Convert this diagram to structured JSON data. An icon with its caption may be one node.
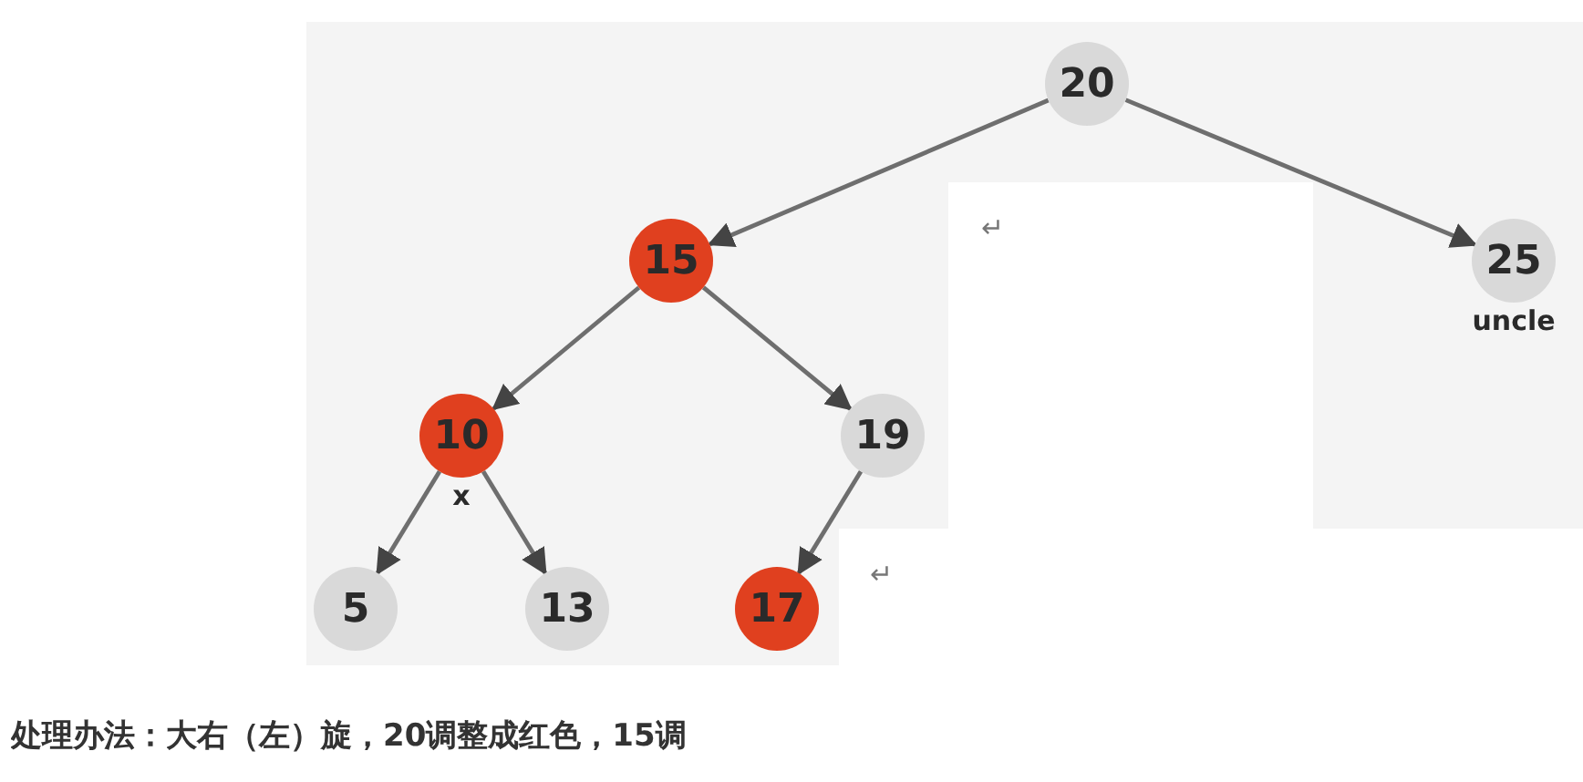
{
  "diagram": {
    "caption": "处理办法：大右（左）旋，20调整成红色，15调",
    "nodes": [
      {
        "text": [
          "20"
        ]
      },
      {
        "text": [
          "15"
        ]
      },
      {
        "text": [
          "25"
        ],
        "beside": [
          "uncle"
        ]
      },
      {
        "text": [
          "10"
        ],
        "beside": [
          "x"
        ]
      },
      {
        "text": [
          "19"
        ]
      },
      {
        "text": [
          "5"
        ]
      },
      {
        "text": [
          "13"
        ]
      },
      {
        "text": [
          "17"
        ]
      }
    ],
    "edges": [
      {
        "from": 0,
        "to": 1,
        "arrow": "to"
      },
      {
        "from": 0,
        "to": 2,
        "arrow": "to"
      },
      {
        "from": 1,
        "to": 3,
        "arrow": "to"
      },
      {
        "from": 1,
        "to": 4,
        "arrow": "to"
      },
      {
        "from": 3,
        "to": 5,
        "arrow": "to"
      },
      {
        "from": 3,
        "to": 6,
        "arrow": "to"
      },
      {
        "from": 4,
        "to": 7,
        "arrow": "to"
      }
    ],
    "labels": [
      "↵",
      "↵"
    ]
  }
}
